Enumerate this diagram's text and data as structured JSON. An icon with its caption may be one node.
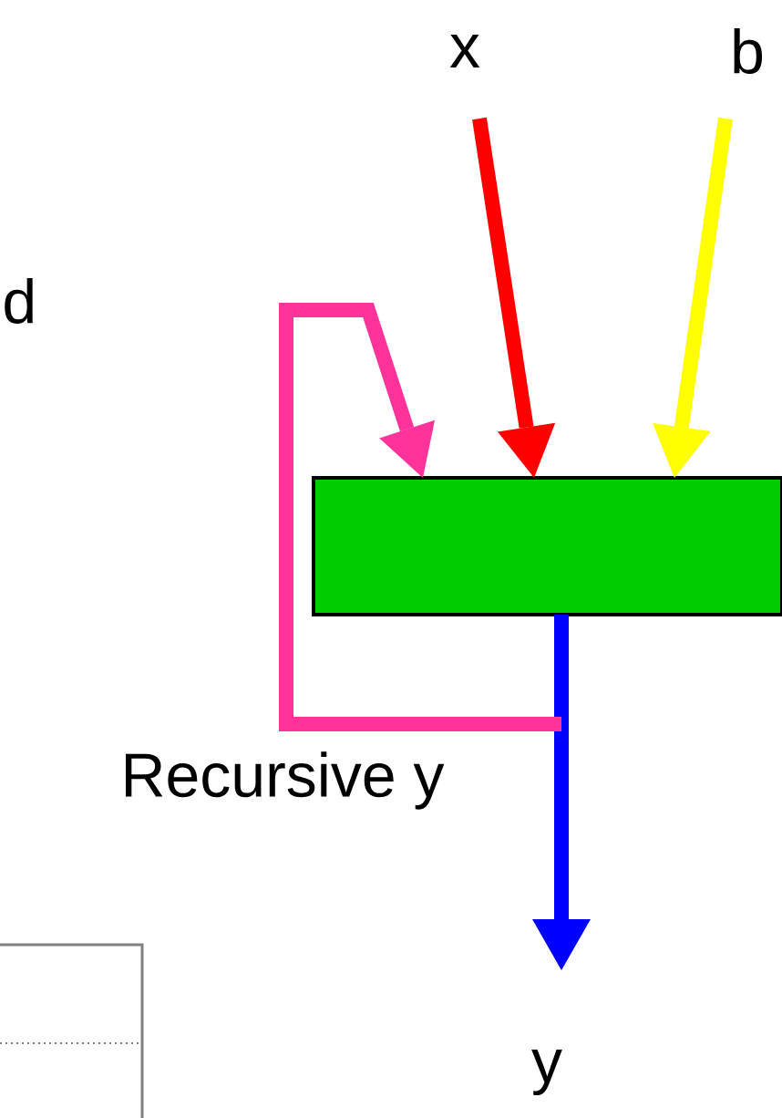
{
  "diagram": {
    "nodes": [
      {
        "text": [
          "x"
        ]
      },
      {
        "text": [
          "b"
        ]
      },
      {
        "text": [],
        "shape": "box"
      },
      {
        "text": [
          "y"
        ]
      }
    ],
    "edges": [
      {
        "from": 0,
        "to": 2,
        "arrow": "to",
        "color": "#ff0000"
      },
      {
        "from": 1,
        "to": 2,
        "arrow": "to",
        "color": "#ffff00"
      },
      {
        "from": 2,
        "to": 3,
        "arrow": "to",
        "color": "#0000ff"
      },
      {
        "from": 2,
        "to": 2,
        "arrow": "to",
        "color": "#ff3399",
        "label": "Recursive  y"
      }
    ],
    "labels": [
      "d"
    ]
  }
}
